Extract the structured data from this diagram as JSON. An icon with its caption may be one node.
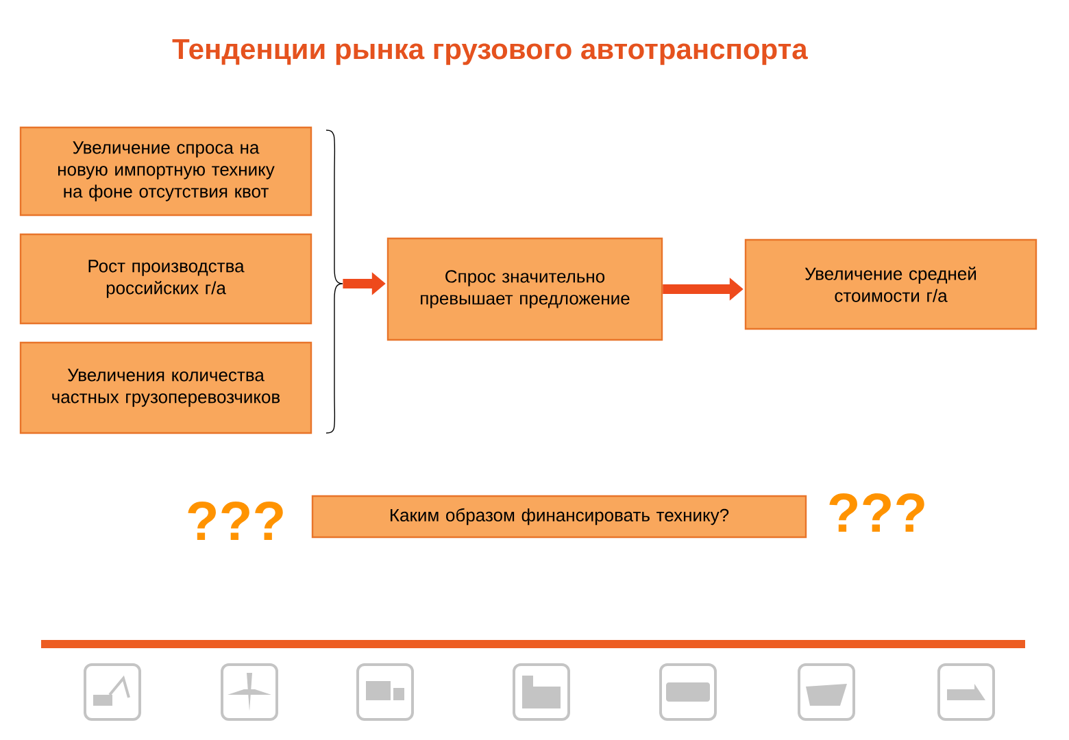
{
  "diagram": {
    "title": "Тенденции рынка грузового автотранспорта",
    "nodes": [
      {
        "text": [
          "Увеличение спроса на новую импортную технику на фоне отсутствия квот"
        ]
      },
      {
        "text": [
          "Рост производства российских г/а"
        ]
      },
      {
        "text": [
          "Увеличения количества частных грузоперевозчиков"
        ]
      },
      {
        "text": [
          "Спрос значительно превышает предложение"
        ]
      },
      {
        "text": [
          "Увеличение средней стоимости г/а"
        ]
      },
      {
        "text": [
          "Каким образом финансировать технику?"
        ]
      },
      {
        "text": [],
        "shape": "brace"
      }
    ],
    "edges": [
      {
        "from": 6,
        "to": 3,
        "arrow": "to"
      },
      {
        "from": 3,
        "to": 4,
        "arrow": "to"
      }
    ],
    "labels": [
      "???",
      "???"
    ]
  }
}
